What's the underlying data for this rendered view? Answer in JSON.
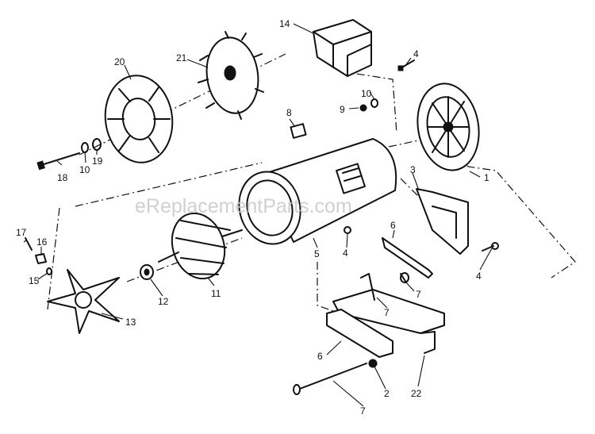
{
  "watermark": "eReplacementParts.com",
  "callouts": {
    "c1": "1",
    "c2": "2",
    "c3": "3",
    "c4a": "4",
    "c4b": "4",
    "c4c": "4",
    "c5": "5",
    "c6a": "6",
    "c6b": "6",
    "c7a": "7",
    "c7b": "7",
    "c7c": "7",
    "c8": "8",
    "c9": "9",
    "c10a": "10",
    "c10b": "10",
    "c11": "11",
    "c12": "12",
    "c13": "13",
    "c14": "14",
    "c15": "15",
    "c16": "16",
    "c17": "17",
    "c18": "18",
    "c19": "19",
    "c20": "20",
    "c21": "21",
    "c22": "22"
  }
}
